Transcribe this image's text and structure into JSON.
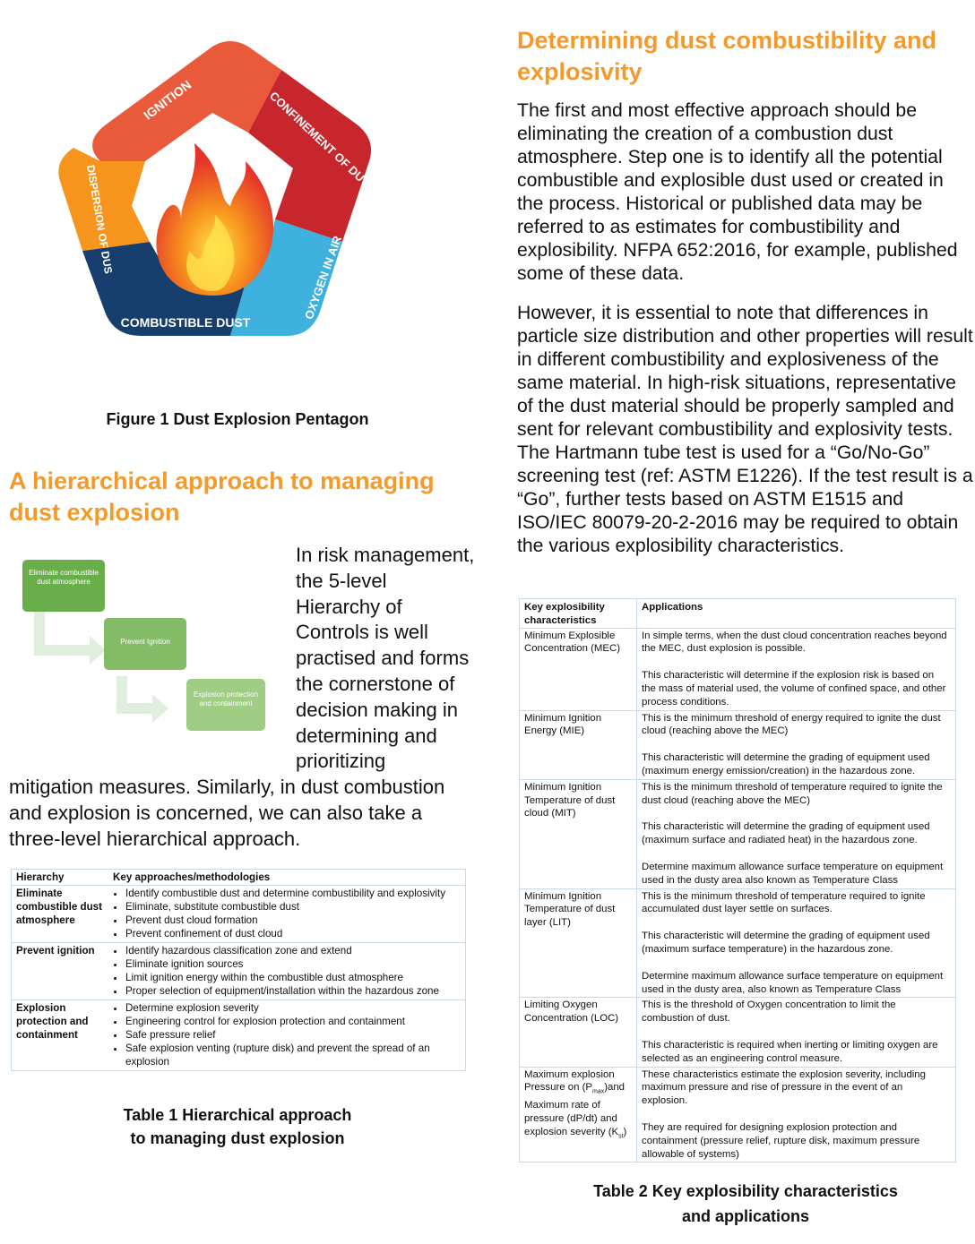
{
  "figure1": {
    "segments": {
      "ignition": "IGNITION",
      "confinement": "CONFINEMENT OF DUST CLOUD",
      "oxygen": "OXYGEN IN AIR",
      "combustible": "COMBUSTIBLE DUST",
      "dispersion": "DISPERSION OF DUST PARTICLES"
    },
    "caption": "Figure 1 Dust Explosion Pentagon"
  },
  "left": {
    "heading": "A hierarchical approach to managing dust explosion",
    "hierarchy_graphic": {
      "box1": "Eliminate combustible dust atmosphere",
      "box2": "Prevent Ignition",
      "box3": "Explosion protection and containment"
    },
    "paragraph": "In risk management, the 5-level Hierarchy of Controls is well practised and forms the cornerstone of decision making in determining and prioritizing mitigation measures. Similarly, in dust combustion and explosion is concerned, we can also take a three-level hierarchical approach."
  },
  "table1": {
    "headers": [
      "Hierarchy",
      "Key approaches/methodologies"
    ],
    "rows": [
      {
        "name": "Eliminate combustible dust atmosphere",
        "items": [
          "Identify combustible dust and determine combustibility and explosivity",
          "Eliminate, substitute combustible dust",
          "Prevent dust cloud formation",
          "Prevent confinement of dust cloud"
        ]
      },
      {
        "name": "Prevent ignition",
        "items": [
          "Identify hazardous classification zone and extend",
          "Eliminate ignition sources",
          "Limit ignition energy within the combustible dust atmosphere",
          "Proper selection of equipment/installation within the hazardous zone"
        ]
      },
      {
        "name": "Explosion protection and containment",
        "items": [
          "Determine explosion severity",
          "Engineering control for explosion protection and containment",
          "Safe pressure relief",
          "Safe explosion venting (rupture disk) and prevent the spread of an explosion"
        ]
      }
    ],
    "caption_line1": "Table 1 Hierarchical approach",
    "caption_line2": "to managing dust explosion"
  },
  "right": {
    "heading": "Determining dust combustibility and explosivity",
    "p1": "The first and most effective approach should be eliminating the creation of a combustion dust atmosphere. Step one is to identify all the potential combustible and explosible dust used or created in the process. Historical or published data may be referred to as estimates for combustibility and explosibility. NFPA 652:2016, for example, published some of these data.",
    "p2": "However, it is essential to note that differences in particle size distribution and other properties will result in different combustibility and explosiveness of the same material. In high-risk situations, representative of the dust material should be properly sampled and sent for relevant combustibility and explosivity tests. The Hartmann tube test is used for a “Go/No-Go” screening test (ref: ASTM E1226). If the test result is a “Go”, further tests based on ASTM E1515 and ISO/IEC 80079-20-2-2016 may be required to obtain the various explosibility characteristics."
  },
  "table2": {
    "headers": [
      "Key explosibility characteristics",
      "Applications"
    ],
    "rows": [
      {
        "key": "Minimum Explosible Concentration (MEC)",
        "paras": [
          "In simple terms, when the dust cloud concentration reaches beyond the MEC, dust explosion is possible.",
          "This characteristic will determine if the explosion risk is based on the mass of material used, the volume of confined space, and other process conditions."
        ]
      },
      {
        "key": "Minimum Ignition Energy (MIE)",
        "paras": [
          "This is the minimum threshold of energy required to ignite the dust cloud (reaching above the MEC)",
          "This characteristic will determine the grading of equipment used (maximum energy emission/creation) in the hazardous zone."
        ]
      },
      {
        "key": "Minimum Ignition Temperature of dust cloud (MIT)",
        "paras": [
          "This is the minimum threshold of temperature required to ignite the dust cloud (reaching above the MEC)",
          "This characteristic will determine the grading of equipment used (maximum surface and radiated heat) in the hazardous zone.",
          "Determine maximum allowance surface temperature on equipment used in the dusty area also known as Temperature Class"
        ]
      },
      {
        "key": "Minimum Ignition Temperature of dust layer (LIT)",
        "paras": [
          "This is the minimum threshold of temperature required to ignite accumulated dust layer settle on surfaces.",
          "This characteristic will determine the grading of equipment used (maximum surface temperature) in the hazardous zone.",
          "Determine maximum allowance surface temperature on equipment used in the dusty area, also known as Temperature Class"
        ]
      },
      {
        "key": "Limiting Oxygen Concentration (LOC)",
        "paras": [
          "This is the threshold of Oxygen concentration to limit the combustion of dust.",
          "This characteristic is required when inerting or limiting oxygen are selected as an engineering control measure."
        ]
      },
      {
        "key_parts": [
          "Maximum explosion Pressure on (P",
          "max",
          ")and Maximum rate of pressure (dP/dt)  and explosion severity (K",
          "st",
          ")"
        ],
        "paras": [
          "These characteristics estimate the explosion severity, including maximum pressure and rise of pressure in the event of an explosion.",
          "They are required for designing explosion protection and containment (pressure relief, rupture disk, maximum pressure allowable of systems)"
        ]
      }
    ],
    "caption_line1": "Table 2 Key explosibility characteristics",
    "caption_line2": "and applications"
  }
}
